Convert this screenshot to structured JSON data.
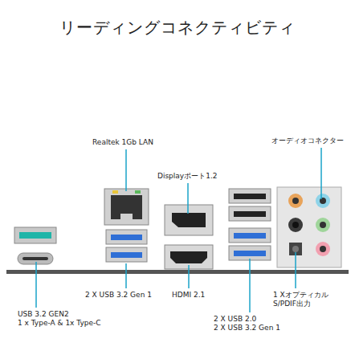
{
  "diagram": {
    "title": "リーディングコネクティビティ",
    "labels": [
      "Realtek 1Gb LAN",
      "オーディオコネクター",
      "Displayポート1.2",
      "2 X USB 3.2 Gen 1",
      "HDMI 2.1",
      "1 Xオプティカル S/PDIF出力",
      "USB 3.2 GEN2 1 x Type-A & 1x Type-C",
      "2 X USB 2.0 2 X USB 3.2 Gen 1"
    ]
  }
}
